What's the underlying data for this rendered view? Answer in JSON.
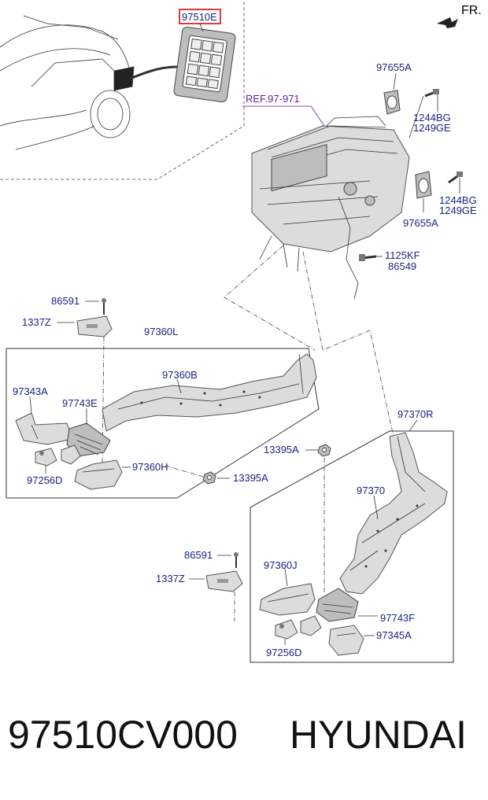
{
  "orientation_label": "FR.",
  "callouts": {
    "top_highlight": "97510E",
    "ref": "REF.97-971",
    "c97655A_top": "97655A",
    "c1244BG_top": "1244BG",
    "c1249GE_top": "1249GE",
    "c1244BG_mid": "1244BG",
    "c1249GE_mid": "1249GE",
    "c97655A_mid": "97655A",
    "c1125KF": "1125KF",
    "c86549": "86549",
    "c86591_left": "86591",
    "c1337Z_left": "1337Z",
    "c97360L": "97360L",
    "c97360B": "97360B",
    "c97343A": "97343A",
    "c97743E": "97743E",
    "c97256D_left": "97256D",
    "c97360H": "97360H",
    "c13395A_left": "13395A",
    "c97370R": "97370R",
    "c13395A_right": "13395A",
    "c97370": "97370",
    "c86591_right": "86591",
    "c1337Z_right": "1337Z",
    "c97360J": "97360J",
    "c97743F": "97743F",
    "c97345A": "97345A",
    "c97256D_right": "97256D"
  },
  "colors": {
    "callout_text": "#1a237e",
    "ref_text": "#6a1b9a",
    "highlight_border": "#e53935",
    "part_fill": "#dcdcdc"
  },
  "footer": {
    "part_number": "97510CV000",
    "brand": "HYUNDAI"
  }
}
